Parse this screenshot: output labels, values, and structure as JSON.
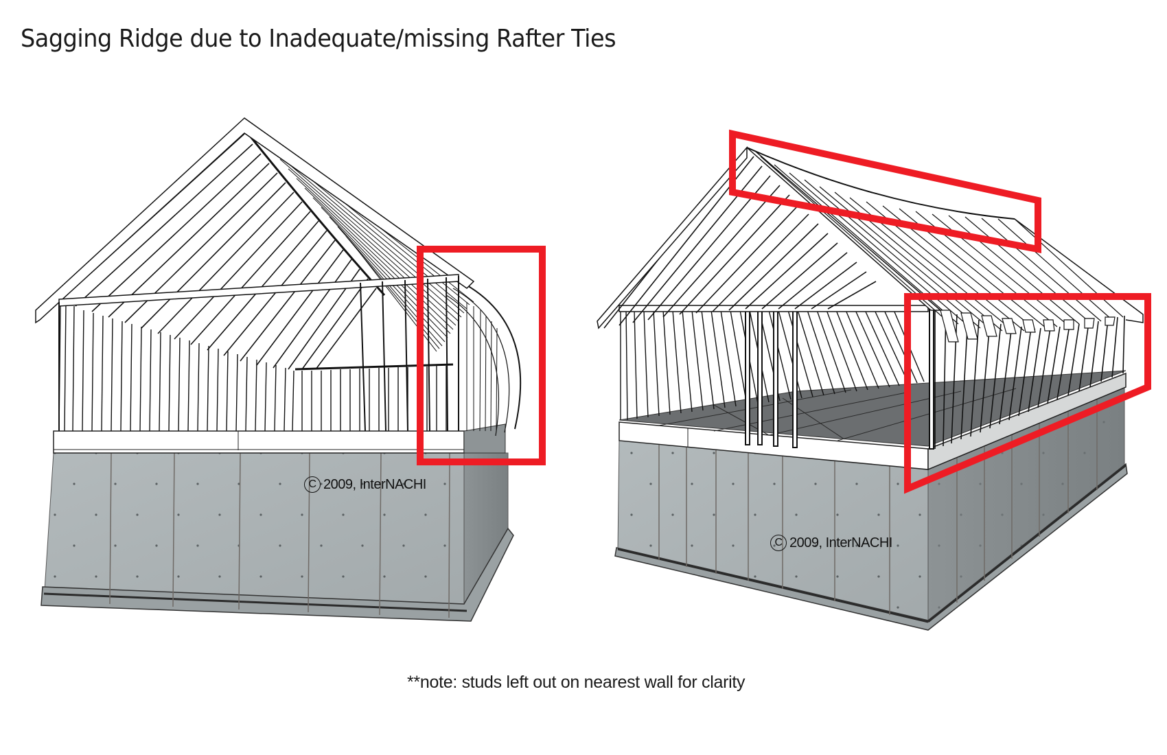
{
  "title": "Sagging Ridge due to Inadequate/missing Rafter Ties",
  "note": "**note: studs left out on nearest wall for clarity",
  "figures": [
    {
      "name": "left-house",
      "view": "gable-end perspective",
      "copyright": {
        "symbol": "C",
        "text": "2009, InterNACHI"
      },
      "highlights": [
        {
          "label": "outward-bowed wall top / spreading rafters",
          "color": "#ee1c24"
        }
      ]
    },
    {
      "name": "right-house",
      "view": "corner perspective",
      "copyright": {
        "symbol": "C",
        "text": "2009, InterNACHI"
      },
      "highlights": [
        {
          "label": "sagging ridge",
          "color": "#ee1c24"
        },
        {
          "label": "wall pushed outward at top plate",
          "color": "#ee1c24"
        }
      ]
    }
  ],
  "colors": {
    "highlight": "#ee1c24",
    "concrete": "#a9b0b2",
    "concrete_shadow": "#858b8d",
    "framing_line": "#111111",
    "subfloor": "#6b6e70"
  }
}
